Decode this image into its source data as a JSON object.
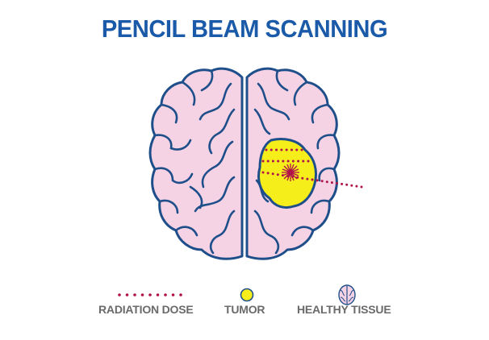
{
  "title": "PENCIL BEAM SCANNING",
  "colors": {
    "title": "#1a5aa8",
    "brain_fill": "#f6d3e4",
    "brain_outline": "#1f4f8a",
    "tumor": "#f5ee1a",
    "dose": "#b0124a",
    "legend_text": "#6a6a6a"
  },
  "legend": {
    "radiation_dose": "RADIATION DOSE",
    "tumor": "TUMOR",
    "healthy_tissue": "HEALTHY TISSUE"
  },
  "icons": [
    "brain-icon",
    "tumor-dot-icon",
    "dotted-line-icon",
    "focal-burst-icon"
  ]
}
